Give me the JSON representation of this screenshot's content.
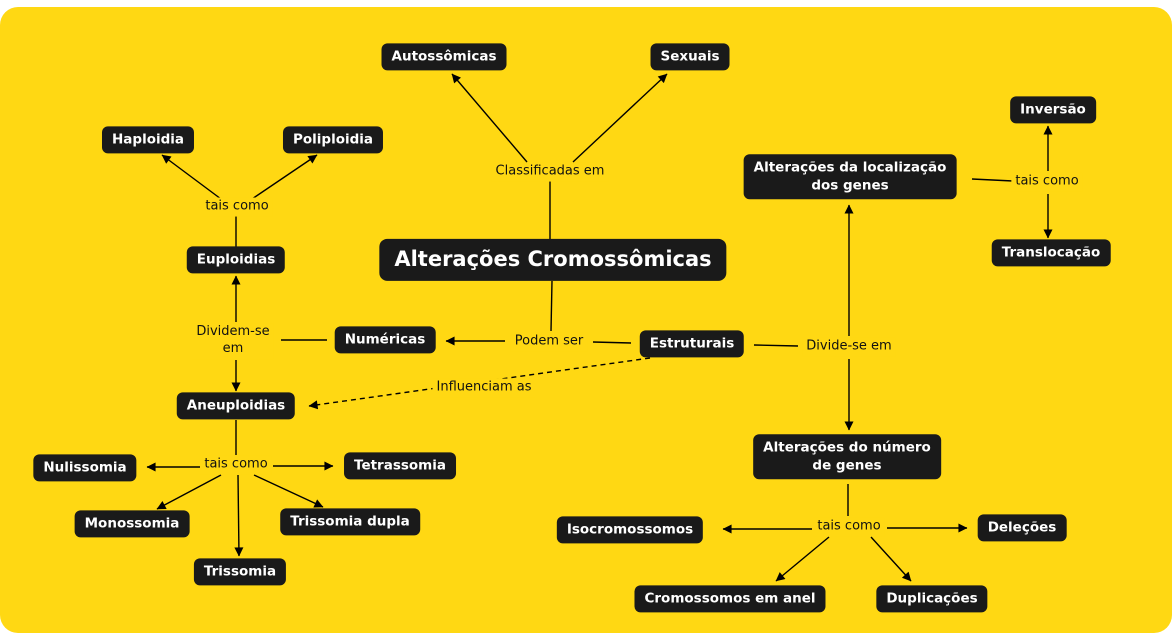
{
  "colors": {
    "page_bg": "#ffffff",
    "canvas": "#ffd813",
    "node_bg": "#1a1a1a",
    "node_text": "#ffffff",
    "line": "#000000",
    "label_text": "#111111"
  },
  "nodes": {
    "title": "Alterações Cromossômicas",
    "autossomicas": "Autossômicas",
    "sexuais": "Sexuais",
    "haploidia": "Haploidia",
    "poliploidia": "Poliploidia",
    "inversao": "Inversão",
    "alteracoes_localizacao": "Alterações da localização\ndos genes",
    "euploidias": "Euploidias",
    "translocacao": "Translocação",
    "numericas": "Numéricas",
    "estruturais": "Estruturais",
    "aneuploidias": "Aneuploidias",
    "alteracoes_numero": "Alterações do número\nde genes",
    "nulissomia": "Nulissomia",
    "tetrassomia": "Tetrassomia",
    "monossomia": "Monossomia",
    "trissomia_dupla": "Trissomia dupla",
    "isocromossomos": "Isocromossomos",
    "delecoes": "Deleções",
    "trissomia": "Trissomia",
    "cromossomos_anel": "Cromossomos em anel",
    "duplicacoes": "Duplicações"
  },
  "edge_labels": {
    "classificadas_em": "Classificadas em",
    "tais_como_euploidias": "tais como",
    "tais_como_localizacao": "tais como",
    "dividem_se_em": "Dividem-se\nem",
    "podem_ser": "Podem ser",
    "divide_se_em": "Divide-se em",
    "influenciam_as": "Influenciam as",
    "tais_como_aneuploidias": "tais como",
    "tais_como_numero": "tais como"
  },
  "edges": [
    {
      "from": "title",
      "label": "Classificadas em",
      "to": [
        "autossomicas",
        "sexuais"
      ],
      "style": "solid"
    },
    {
      "from": "euploidias",
      "label": "tais como",
      "to": [
        "haploidia",
        "poliploidia"
      ],
      "style": "solid"
    },
    {
      "from": "numericas",
      "label": "Dividem-se em",
      "to": [
        "euploidias",
        "aneuploidias"
      ],
      "style": "solid"
    },
    {
      "from": "title",
      "label": "Podem ser",
      "to": [
        "numericas",
        "estruturais"
      ],
      "style": "solid"
    },
    {
      "from": "estruturais",
      "label": "Divide-se em",
      "to": [
        "alteracoes_localizacao",
        "alteracoes_numero"
      ],
      "style": "solid"
    },
    {
      "from": "alteracoes_localizacao",
      "label": "tais como",
      "to": [
        "inversao",
        "translocacao"
      ],
      "style": "solid"
    },
    {
      "from": "estruturais",
      "label": "Influenciam as",
      "to": [
        "aneuploidias"
      ],
      "style": "dashed"
    },
    {
      "from": "aneuploidias",
      "label": "tais como",
      "to": [
        "nulissomia",
        "tetrassomia",
        "monossomia",
        "trissomia_dupla",
        "trissomia"
      ],
      "style": "solid"
    },
    {
      "from": "alteracoes_numero",
      "label": "tais como",
      "to": [
        "isocromossomos",
        "delecoes",
        "cromossomos_anel",
        "duplicacoes"
      ],
      "style": "solid"
    }
  ]
}
